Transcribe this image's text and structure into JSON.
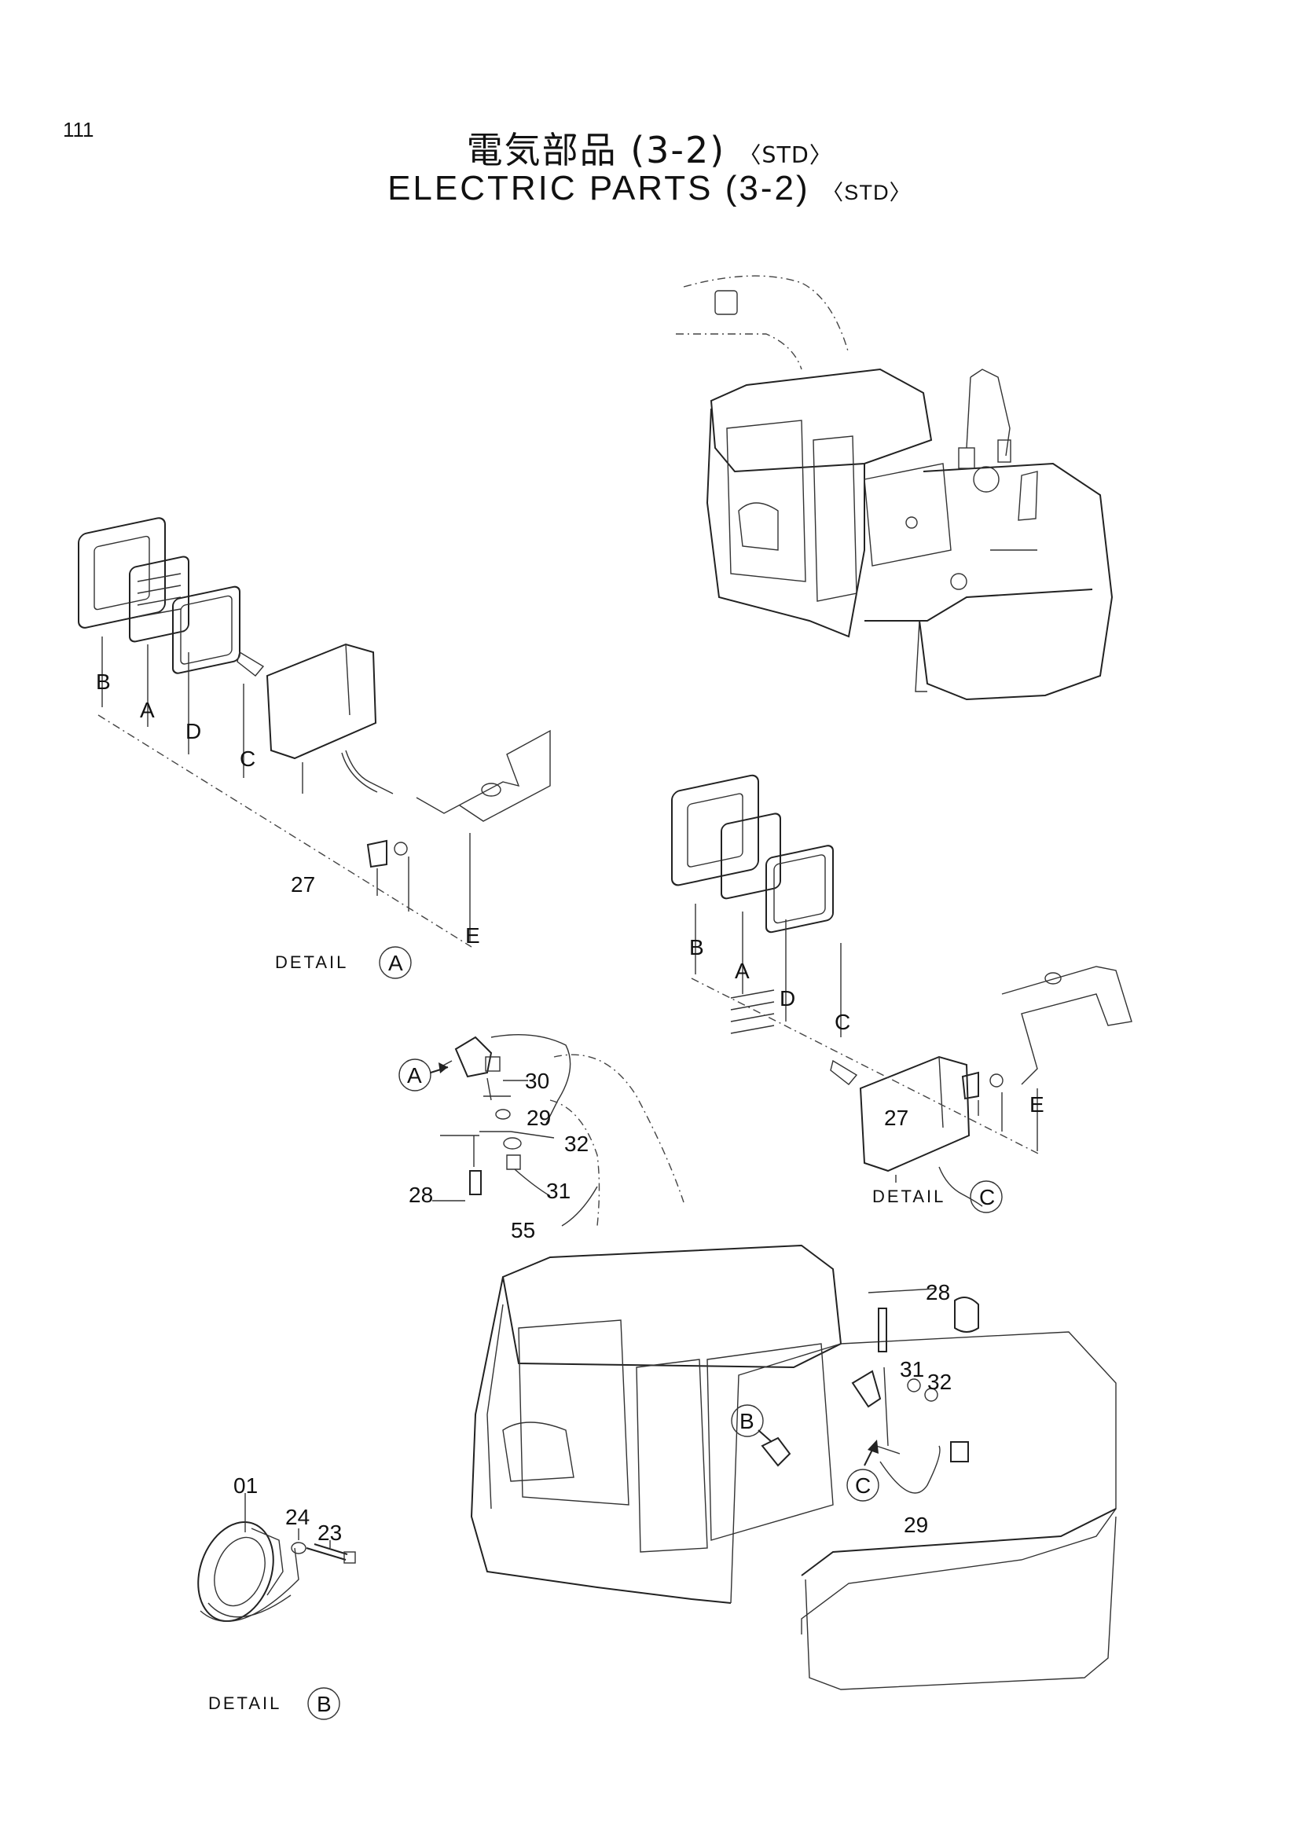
{
  "page_number": "111",
  "title": {
    "jp": "電気部品 (3-2)",
    "en": "ELECTRIC PARTS  (3-2)",
    "tag": "〈STD〉"
  },
  "details": {
    "word": "DETAIL",
    "a": "A",
    "b": "B",
    "c": "C"
  },
  "callouts": {
    "a": "A",
    "b": "B",
    "c": "C",
    "d": "D",
    "e": "E",
    "n01": "01",
    "n23": "23",
    "n24": "24",
    "n27": "27",
    "n28": "28",
    "n29": "29",
    "n30": "30",
    "n31": "31",
    "n32": "32",
    "n55": "55"
  }
}
